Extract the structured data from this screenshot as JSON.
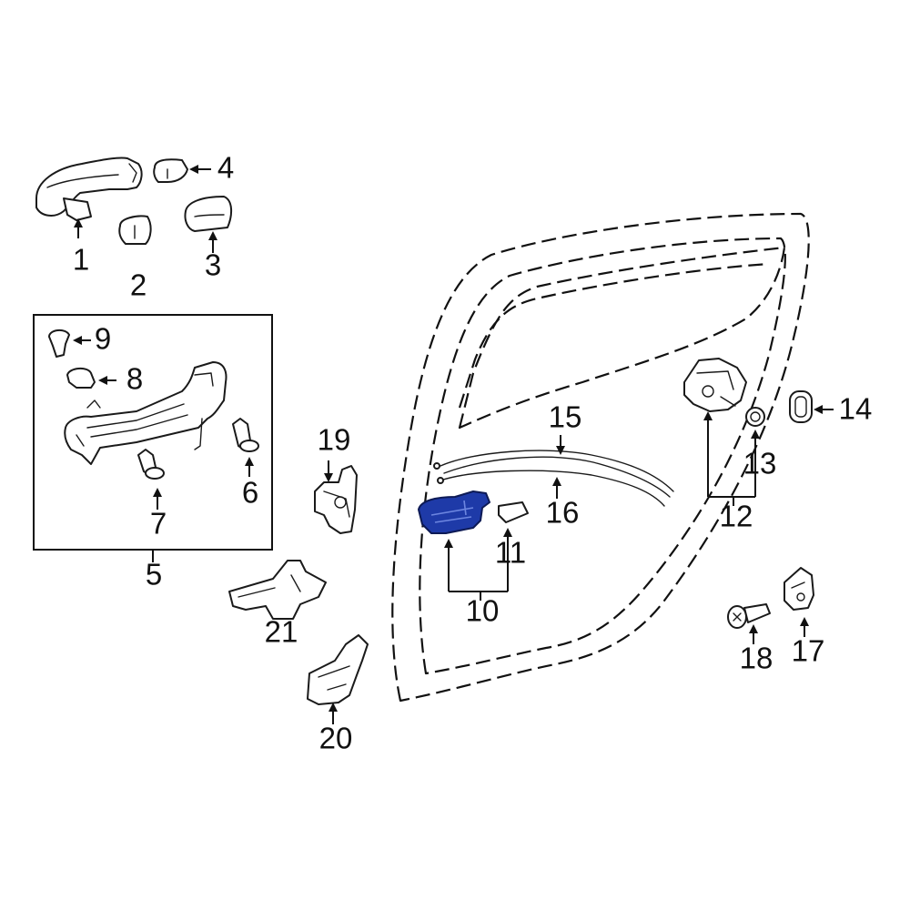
{
  "labels": {
    "p1": "1",
    "p2": "2",
    "p3": "3",
    "p4": "4",
    "p5": "5",
    "p6": "6",
    "p7": "7",
    "p8": "8",
    "p9": "9",
    "p10": "10",
    "p11": "11",
    "p12": "12",
    "p13": "13",
    "p14": "14",
    "p15": "15",
    "p16": "16",
    "p17": "17",
    "p18": "18",
    "p19": "19",
    "p20": "20",
    "p21": "21"
  },
  "colors": {
    "highlight": "#1e3aa8",
    "line": "#1a1a1a",
    "background": "#ffffff"
  }
}
